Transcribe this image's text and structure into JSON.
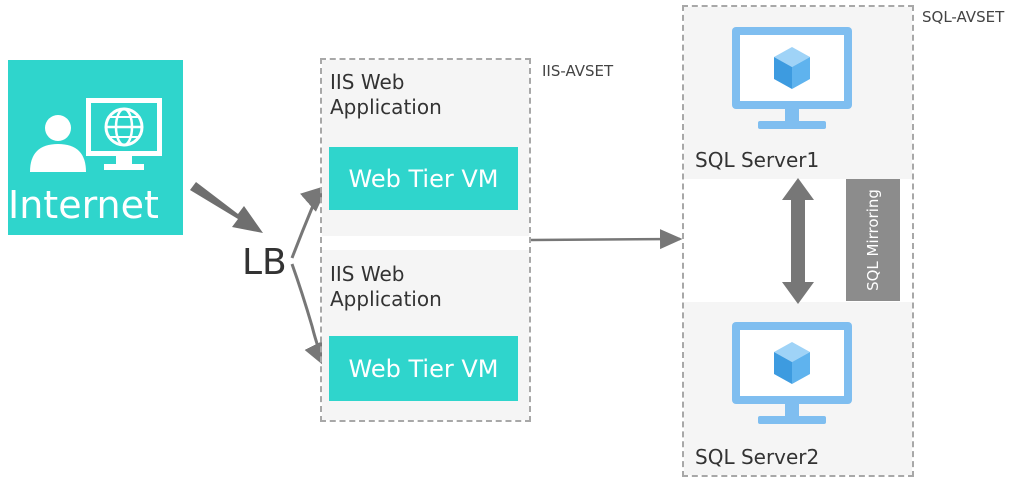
{
  "internet": {
    "label": "Internet"
  },
  "lb": {
    "label": "LB"
  },
  "iis_avset": {
    "label": "IIS-AVSET",
    "panels": [
      {
        "title_line1": "IIS Web",
        "title_line2": "Application",
        "vm_label": "Web Tier VM"
      },
      {
        "title_line1": "IIS Web",
        "title_line2": "Application",
        "vm_label": "Web Tier VM"
      }
    ]
  },
  "sql_avset": {
    "label": "SQL-AVSET",
    "servers": [
      {
        "label": "SQL Server1"
      },
      {
        "label": "SQL Server2"
      }
    ],
    "mirroring_label": "SQL Mirroring"
  },
  "colors": {
    "accent": "#2fd5cc",
    "monitor_blue": "#7fbef0",
    "cube_blue": "#4aa6e8",
    "arrow_gray": "#777777",
    "mirror_gray": "#8c8c8c"
  }
}
